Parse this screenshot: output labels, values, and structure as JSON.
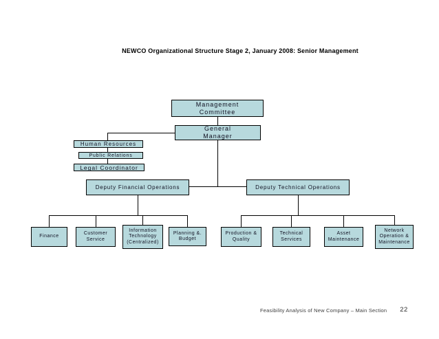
{
  "slide": {
    "title": "NEWCO Organizational Structure Stage 2, January 2008: Senior Management",
    "footer": {
      "text": "Feasibility Analysis of New Company – Main Section",
      "page_number": "22"
    },
    "colors": {
      "background": "#ffffff",
      "box_fill": "#b7d9dd",
      "box_border": "#000000",
      "connector": "#000000",
      "title_text": "#000000",
      "box_text": "#111122",
      "footer_text": "#3d3d3d"
    }
  },
  "org_chart": {
    "nodes": {
      "management_committee": {
        "label": "Management\nCommittee",
        "reports_to": null
      },
      "general_manager": {
        "label": "General\nManager",
        "reports_to": "management_committee"
      },
      "human_resources": {
        "label": "Human Resources",
        "reports_to": "general_manager"
      },
      "public_relations": {
        "label": "Public Relations",
        "reports_to": "human_resources"
      },
      "legal_coordinator": {
        "label": "Legal Coordinator",
        "reports_to": "public_relations"
      },
      "deputy_financial": {
        "label": "Deputy Financial Operations",
        "reports_to": "general_manager"
      },
      "deputy_technical": {
        "label": "Deputy Technical Operations",
        "reports_to": "general_manager"
      },
      "finance": {
        "label": "Finance",
        "reports_to": "deputy_financial"
      },
      "customer_service": {
        "label": "Customer\nService",
        "reports_to": "deputy_financial"
      },
      "information_technology": {
        "label": "Information\nTechnology\n(Centralized)",
        "reports_to": "deputy_financial"
      },
      "planning_budget": {
        "label": "Planning &.\nBudget",
        "reports_to": "deputy_financial"
      },
      "production_quality": {
        "label": "Production &\nQuality",
        "reports_to": "deputy_technical"
      },
      "technical_services": {
        "label": "Technical\nServices",
        "reports_to": "deputy_technical"
      },
      "asset_maintenance": {
        "label": "Asset\nMaintenance",
        "reports_to": "deputy_technical"
      },
      "network_operation": {
        "label": "Network\nOperation &\nMaintenance",
        "reports_to": "deputy_technical"
      }
    }
  }
}
